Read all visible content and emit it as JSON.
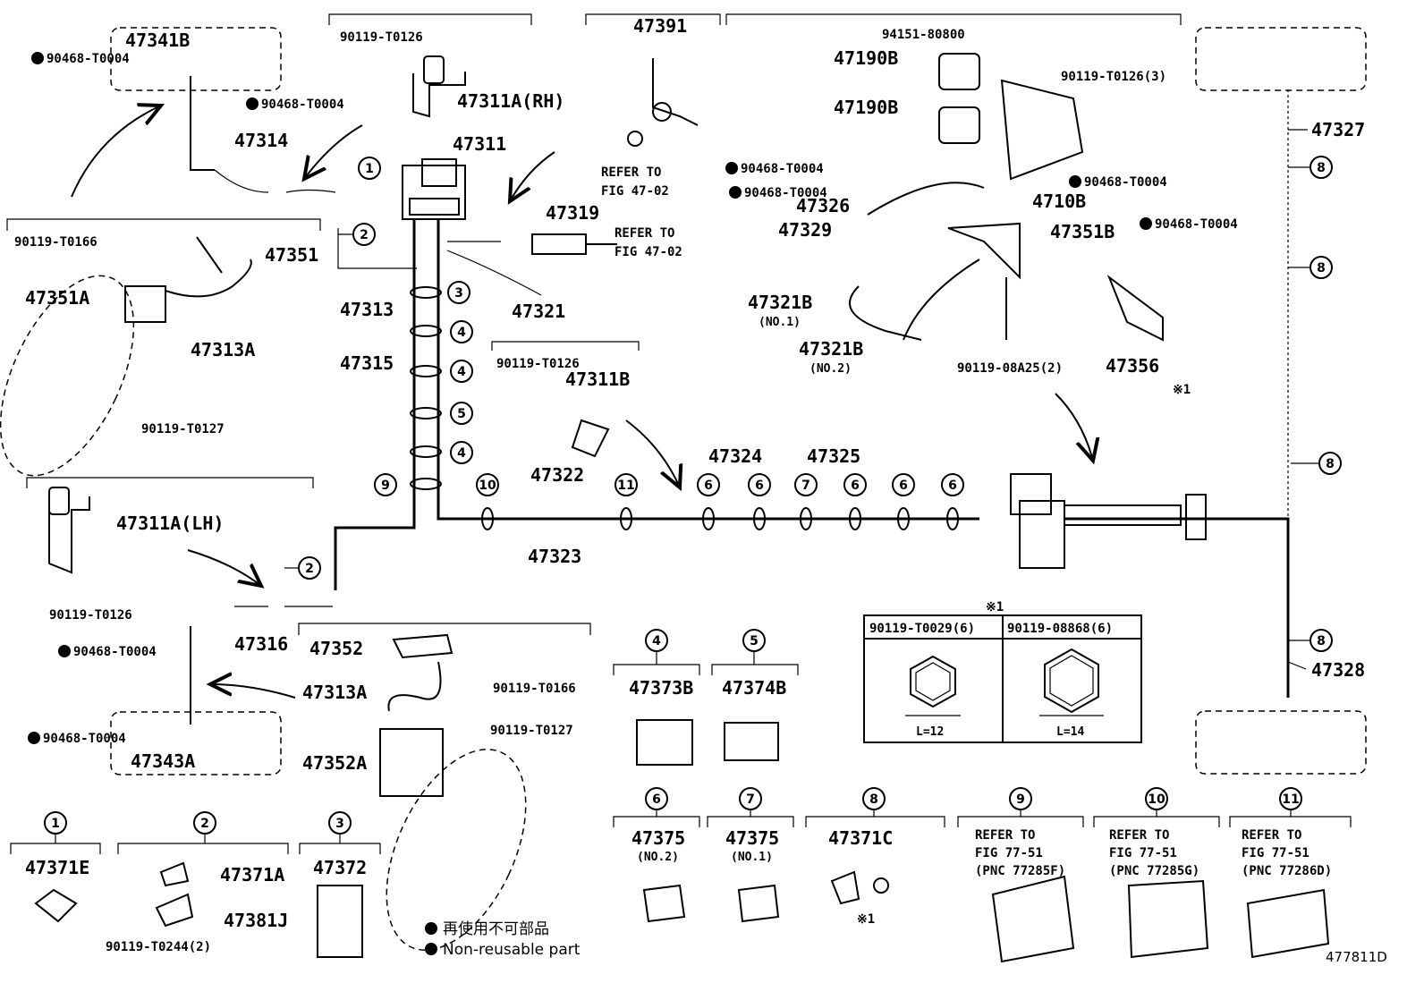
{
  "figure_id": "477811D",
  "callouts": {
    "c1": "1",
    "c2": "2",
    "c3": "3",
    "c4": "4",
    "c5": "5",
    "c6": "6",
    "c7": "7",
    "c8": "8",
    "c9": "9",
    "c10": "10",
    "c11": "11"
  },
  "parts": {
    "p47341B": "47341B",
    "p90468_a": "90468-T0004",
    "p90468_b": "90468-T0004",
    "p47314": "47314",
    "p90119_T0166_a": "90119-T0166",
    "p47351": "47351",
    "p47351A": "47351A",
    "p47313A_a": "47313A",
    "p90119_T0127_a": "90119-T0127",
    "p90119_T0126_a": "90119-T0126",
    "p47311A_RH": "47311A(RH)",
    "p47311": "47311",
    "p47319": "47319",
    "p47313": "47313",
    "p47321": "47321",
    "p47315": "47315",
    "p47391": "47391",
    "refer_fig_47_02_a": "REFER TO",
    "refer_fig_47_02_a2": "FIG 47-02",
    "refer_fig_47_02_b": "REFER TO",
    "refer_fig_47_02_b2": "FIG 47-02",
    "p94151_80800": "94151-80800",
    "p47190B_a": "47190B",
    "p47190B_b": "47190B",
    "p90119_T0126_3": "90119-T0126(3)",
    "p90468_c": "90468-T0004",
    "p90468_d": "90468-T0004",
    "p47326": "47326",
    "p4710B": "4710B",
    "p90468_e": "90468-T0004",
    "p90468_f": "90468-T0004",
    "p47329": "47329",
    "p47351B": "47351B",
    "p47321B_1": "47321B",
    "no1_a": "(NO.1)",
    "p47321B_2": "47321B",
    "no2_a": "(NO.2)",
    "p90119_08A25": "90119-08A25(2)",
    "p47356": "47356",
    "note_x1": "※1",
    "p47327": "47327",
    "p90119_T0126_b": "90119-T0126",
    "p47311B": "47311B",
    "p47324": "47324",
    "p47325": "47325",
    "p47322": "47322",
    "p47323": "47323",
    "p47311A_LH": "47311A(LH)",
    "p90119_T0126_c": "90119-T0126",
    "p47316": "47316",
    "p90468_g": "90468-T0004",
    "p90468_h": "90468-T0004",
    "p47343A": "47343A",
    "p47352": "47352",
    "p90119_T0166_b": "90119-T0166",
    "p47313A_b": "47313A",
    "p90119_T0127_b": "90119-T0127",
    "p47352A": "47352A",
    "p47328": "47328"
  },
  "bolt_table": {
    "title": "※1",
    "col1": "90119-T0029(6)",
    "col2": "90119-08868(6)",
    "len1": "L=12",
    "len2": "L=14"
  },
  "bottom_parts": {
    "b1": "47371E",
    "b2a": "47371A",
    "b2b": "47381J",
    "b2c": "90119-T0244(2)",
    "b3": "47372",
    "b4": "47373B",
    "b5": "47374B",
    "b6": "47375",
    "b6n": "(NO.2)",
    "b7": "47375",
    "b7n": "(NO.1)",
    "b8": "47371C",
    "b8n": "※1",
    "b9a": "REFER TO",
    "b9b": "FIG 77-51",
    "b9c": "(PNC 77285F)",
    "b10a": "REFER TO",
    "b10b": "FIG 77-51",
    "b10c": "(PNC 77285G)",
    "b11a": "REFER TO",
    "b11b": "FIG 77-51",
    "b11c": "(PNC 77286D)"
  },
  "legend": {
    "jp": "再使用不可部品",
    "en": "Non-reusable part"
  }
}
